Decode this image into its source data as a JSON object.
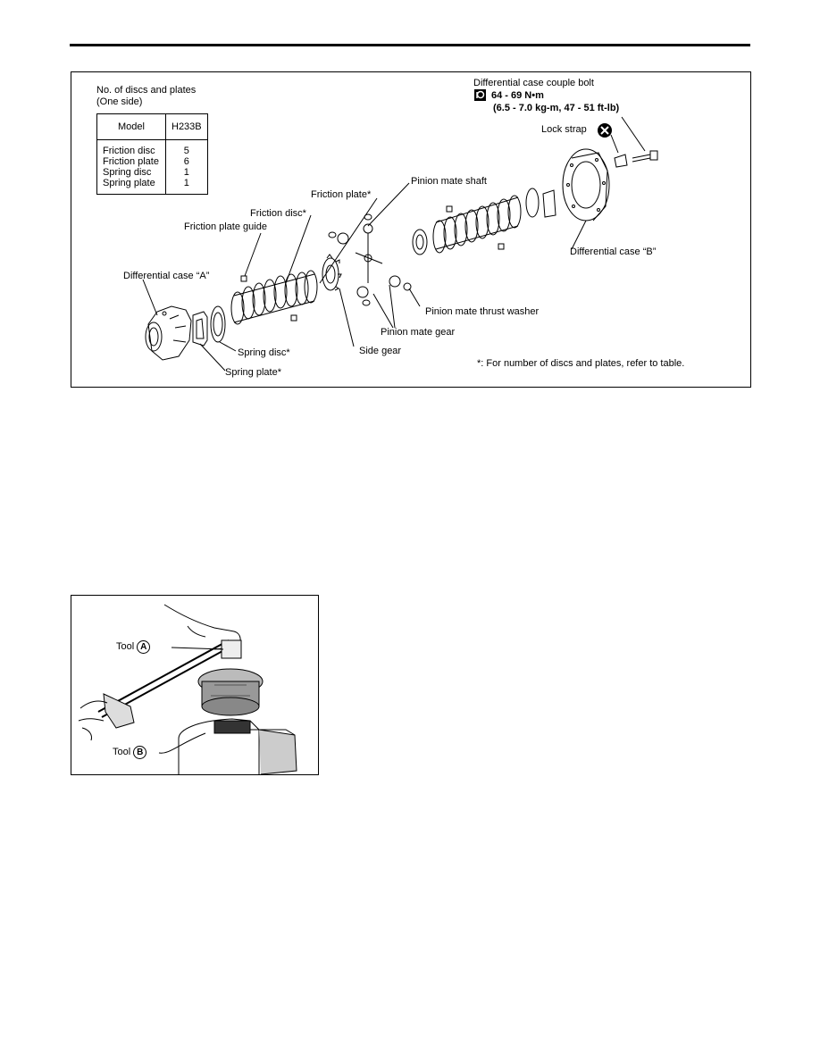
{
  "figure1": {
    "table_title_line1": "No. of discs and plates",
    "table_title_line2": "(One side)",
    "table": {
      "header": [
        "Model",
        "H233B"
      ],
      "rows": [
        {
          "item": "Friction disc",
          "qty": "5"
        },
        {
          "item": "Friction plate",
          "qty": "6"
        },
        {
          "item": "Spring disc",
          "qty": "1"
        },
        {
          "item": "Spring plate",
          "qty": "1"
        }
      ]
    },
    "labels": {
      "bolt": "Differential case couple bolt",
      "torque_nm": "64 - 69 N•m",
      "torque_alt": "(6.5 - 7.0 kg-m, 47 - 51 ft-lb)",
      "lock_strap": "Lock strap",
      "pinion_mate_shaft": "Pinion mate shaft",
      "friction_plate": "Friction plate*",
      "friction_disc": "Friction disc*",
      "friction_plate_guide": "Friction plate guide",
      "diff_case_b": "Differential case “B”",
      "diff_case_a": "Differential case “A”",
      "pinion_mate_thrust_washer": "Pinion mate thrust washer",
      "pinion_mate_gear": "Pinion mate gear",
      "spring_disc": "Spring disc*",
      "side_gear": "Side gear",
      "spring_plate": "Spring plate*",
      "footnote": "*: For number of discs and plates, refer to table."
    }
  },
  "figure2": {
    "tool_a_prefix": "Tool",
    "tool_a_letter": "A",
    "tool_b_prefix": "Tool",
    "tool_b_letter": "B"
  },
  "icons": {
    "torque": "torque-wrench-icon",
    "replace": "replace-always-icon"
  }
}
